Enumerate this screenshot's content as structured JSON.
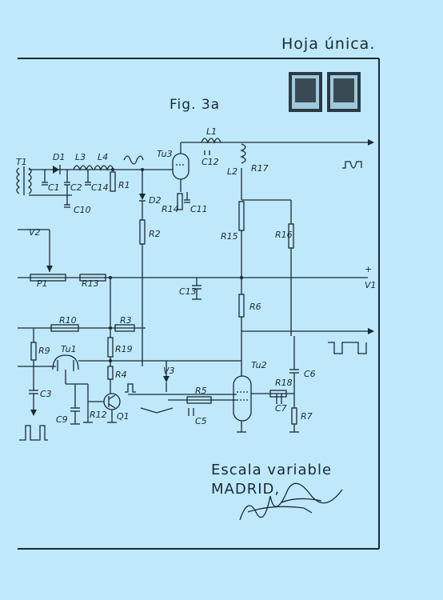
{
  "header": {
    "sheet_label": "Hoja única."
  },
  "figure": {
    "title": "Fig. 3a"
  },
  "footer": {
    "scale_note": "Escala variable",
    "city": "MADRID,"
  },
  "components": {
    "T1": "T1",
    "D1": "D1",
    "L3": "L3",
    "L4": "L4",
    "C1": "C1",
    "C2": "C2",
    "C14": "C14",
    "R1": "R1",
    "C10": "C10",
    "V2": "V2",
    "Tu3": "Tu3",
    "L1": "L1",
    "C12": "C12",
    "L2": "L2",
    "R17": "R17",
    "D2": "D2",
    "R14": "R14",
    "C11": "C11",
    "R2": "R2",
    "R15": "R15",
    "R16": "R16",
    "P1": "P1",
    "R13": "R13",
    "C13": "C13",
    "V1": "V1",
    "R6": "R6",
    "R10": "R10",
    "R3": "R3",
    "R9": "R9",
    "Tu1": "Tu1",
    "R19": "R19",
    "R4": "R4",
    "V3": "V3",
    "Tu2": "Tu2",
    "C6": "C6",
    "C3": "C3",
    "R18": "R18",
    "R5": "R5",
    "C7": "C7",
    "C9": "C9",
    "R12": "R12",
    "Q1": "Q1",
    "C5": "C5",
    "R7": "R7"
  },
  "colors": {
    "paper": "#bfe9fb",
    "ink": "#1a2a33"
  }
}
